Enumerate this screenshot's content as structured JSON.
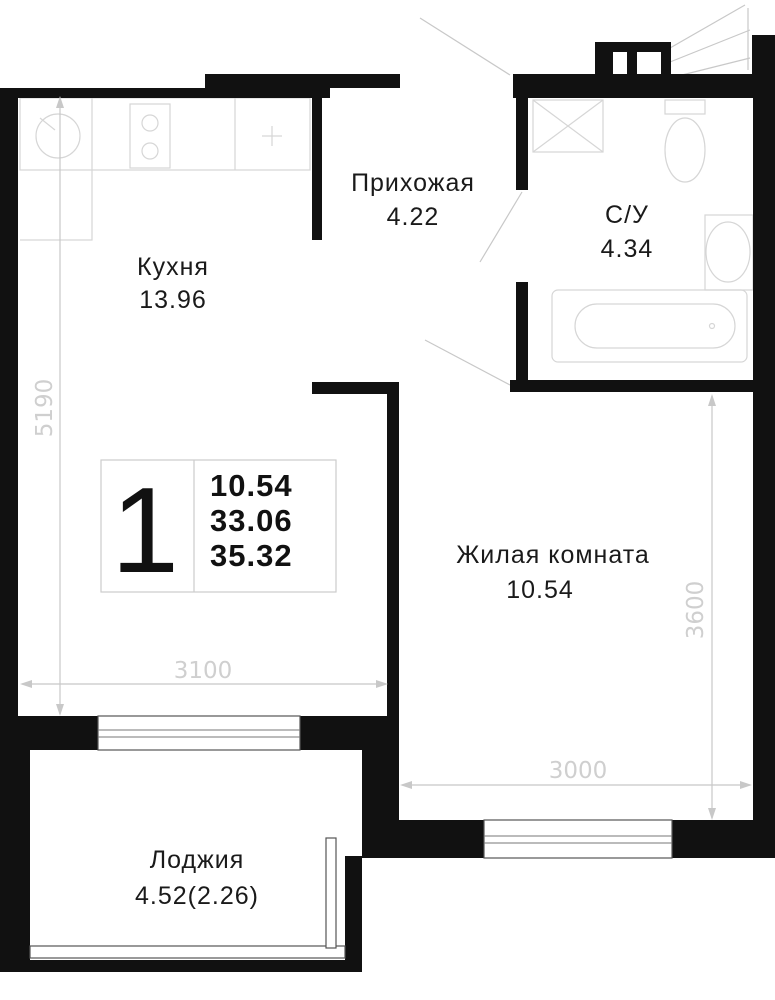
{
  "rooms": {
    "kitchen": {
      "name": "Кухня",
      "area": "13.96"
    },
    "hallway": {
      "name": "Прихожая",
      "area": "4.22"
    },
    "bathroom": {
      "name": "С/У",
      "area": "4.34"
    },
    "living": {
      "name": "Жилая комната",
      "area": "10.54"
    },
    "loggia": {
      "name": "Лоджия",
      "area": "4.52(2.26)"
    }
  },
  "summary": {
    "rooms_count": "1",
    "living_area": "10.54",
    "total_area": "33.06",
    "full_area": "35.32"
  },
  "dimensions": {
    "kitchen_height": "5190",
    "kitchen_width": "3100",
    "living_width": "3000",
    "living_height": "3600"
  },
  "colors": {
    "wall": "#111111",
    "line": "#c8c8c8",
    "dimension_text": "#cfcfcf"
  }
}
